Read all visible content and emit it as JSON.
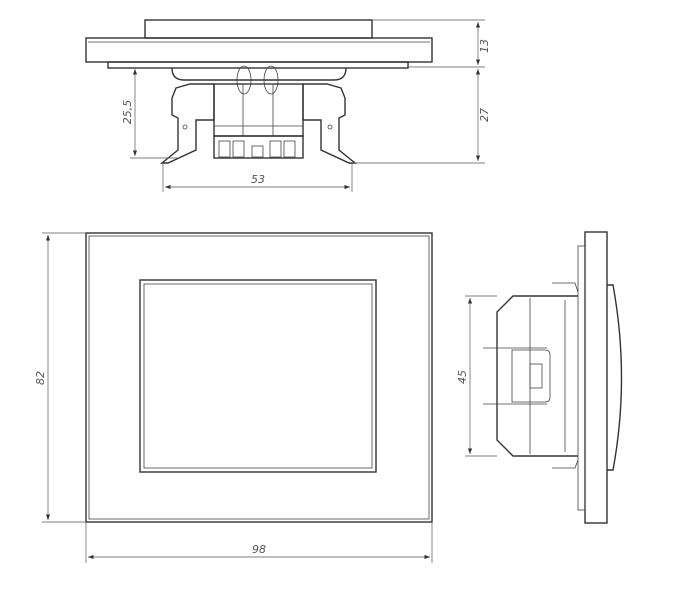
{
  "dimensions": {
    "height_front": "13",
    "depth_total": "27",
    "depth_mechanism": "25,5",
    "mechanism_width": "53",
    "frame_height": "82",
    "frame_width": "98",
    "mechanism_height": "45"
  }
}
